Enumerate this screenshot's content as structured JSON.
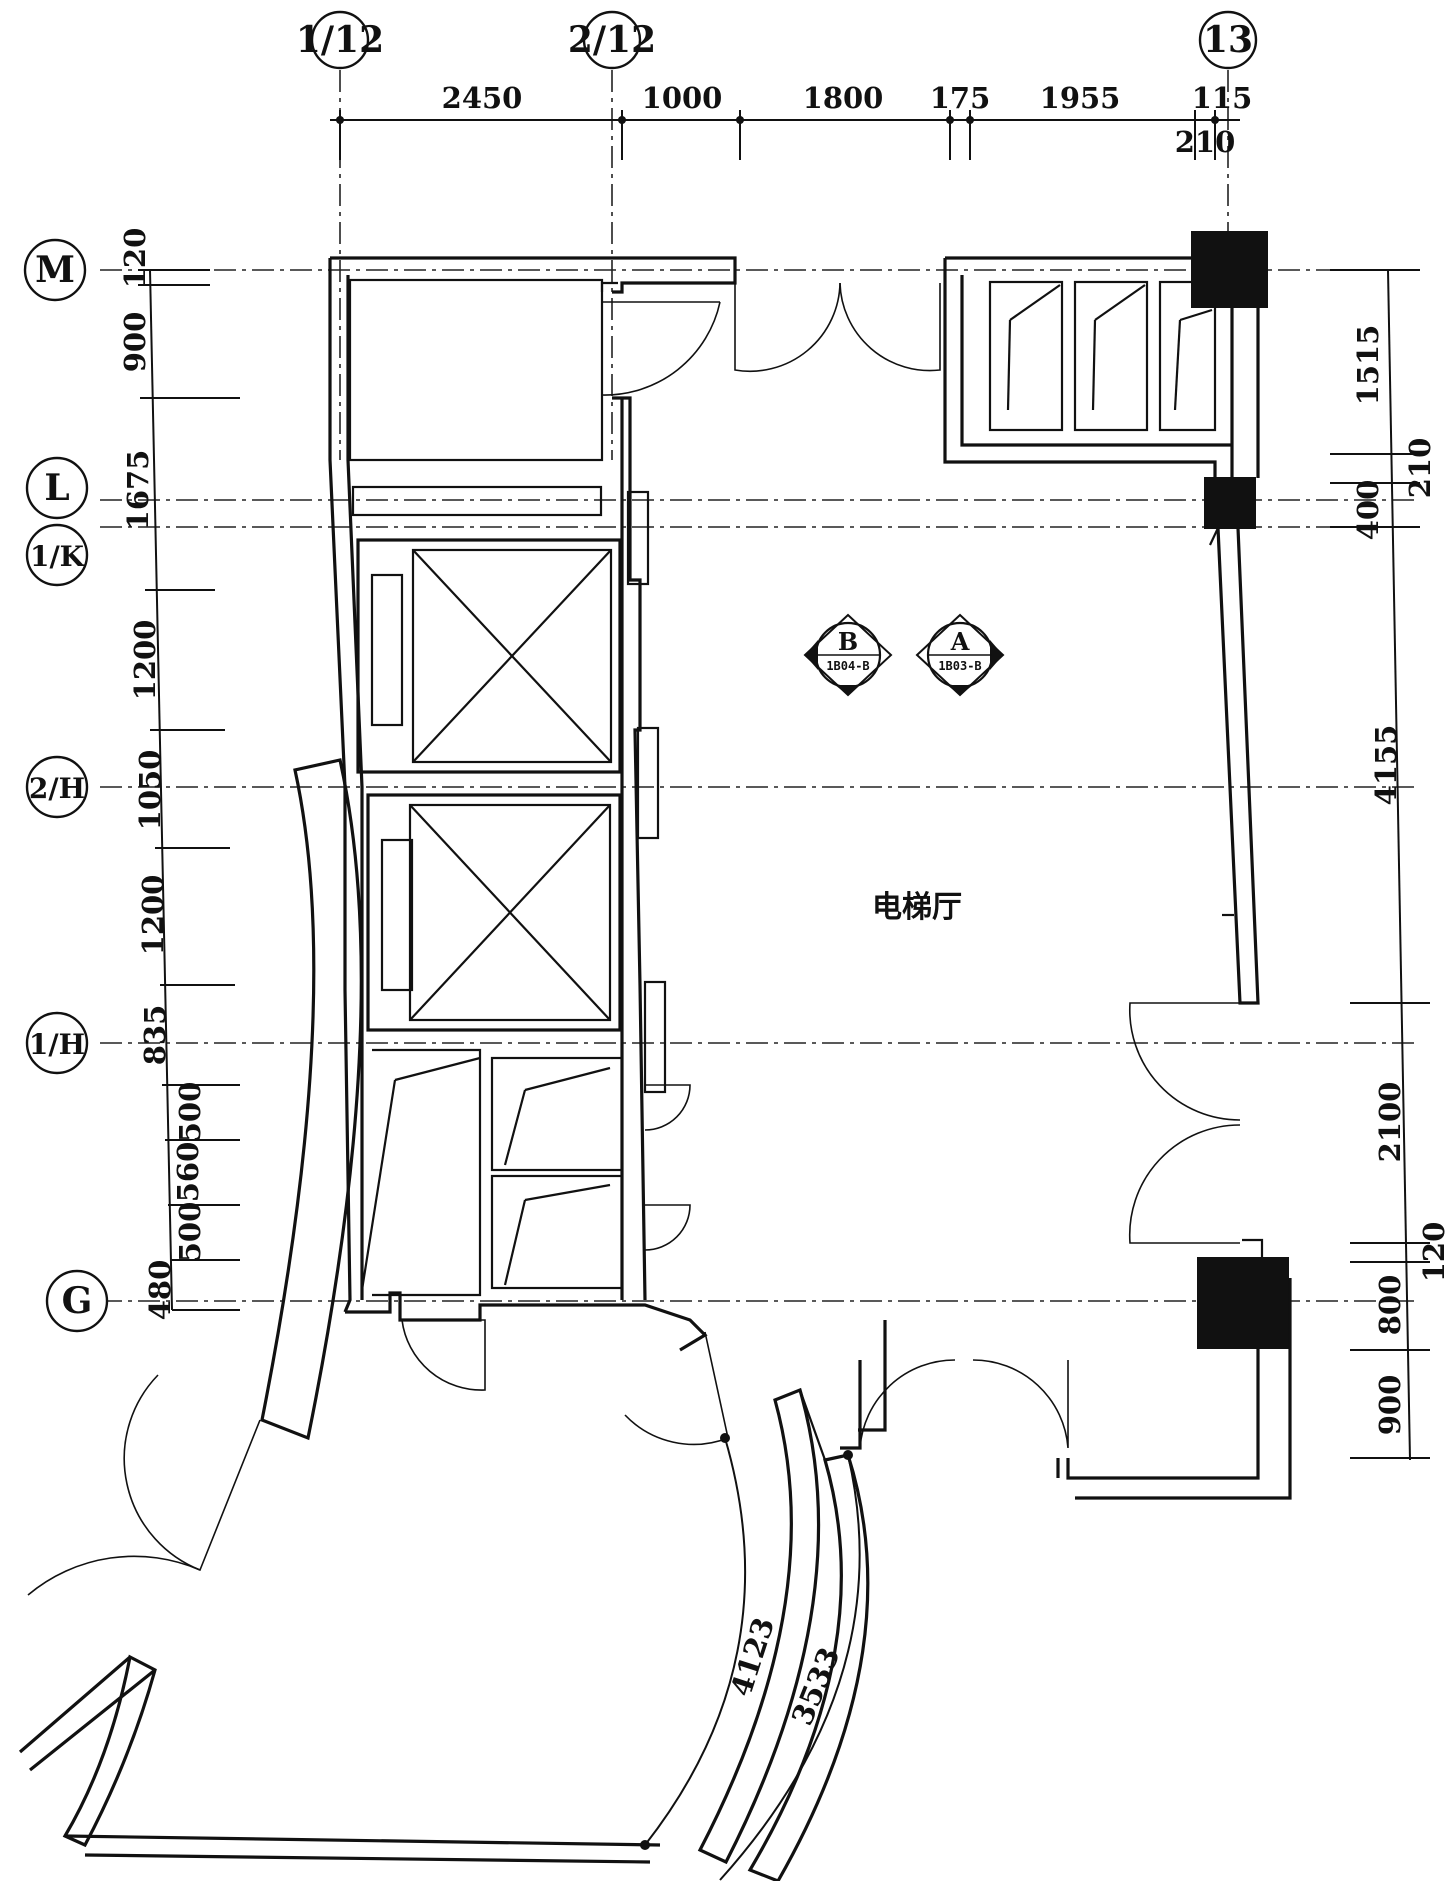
{
  "axes": {
    "vertical": [
      "1/12",
      "2/12",
      "13"
    ],
    "horizontal": [
      "M",
      "L",
      "1/K",
      "2/H",
      "1/H",
      "G"
    ]
  },
  "dimensions": {
    "top": [
      "2450",
      "1000",
      "1800",
      "175",
      "1955",
      "115",
      "210"
    ],
    "left": [
      "120",
      "900",
      "1675",
      "1200",
      "1050",
      "1200",
      "835",
      "500",
      "560",
      "500",
      "480"
    ],
    "right": [
      "1515",
      "210",
      "400",
      "4155",
      "2100",
      "120",
      "800",
      "900"
    ],
    "arcs": [
      "4123",
      "3533"
    ]
  },
  "room_label": "电梯厅",
  "section_marks": [
    {
      "letter": "B",
      "ref": "1B04-B"
    },
    {
      "letter": "A",
      "ref": "1B03-B"
    }
  ]
}
